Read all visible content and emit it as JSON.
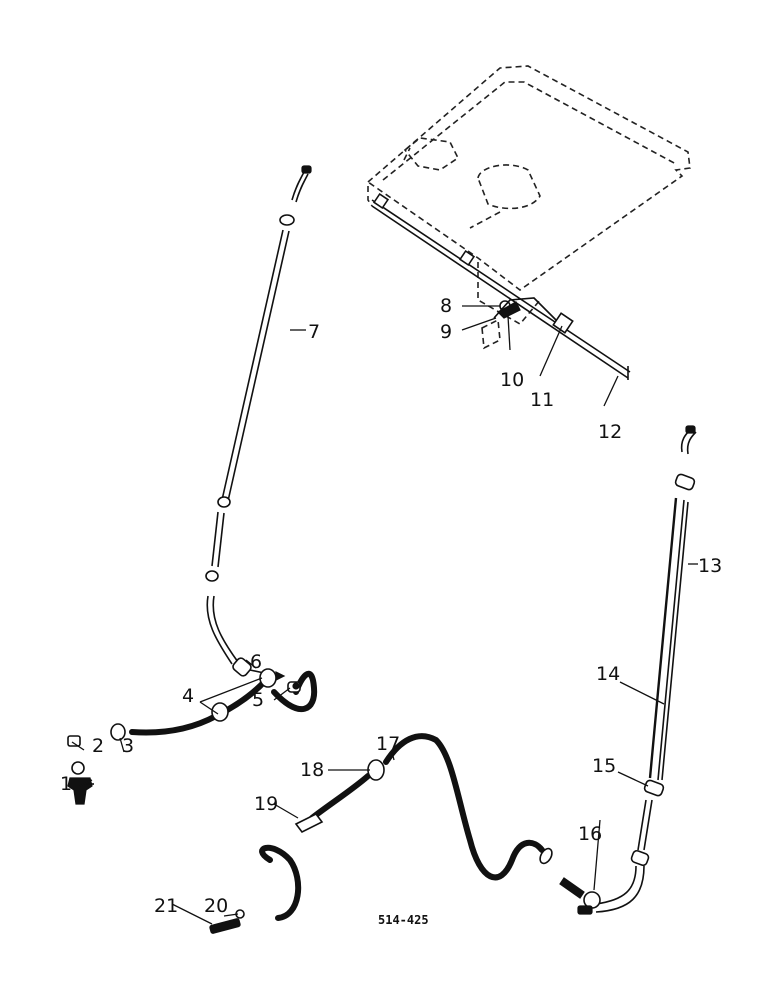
{
  "drawing_code": "514-425",
  "callouts": [
    "1",
    "2",
    "3",
    "4",
    "5",
    "6",
    "7",
    "8",
    "9",
    "10",
    "11",
    "12",
    "13",
    "14",
    "15",
    "16",
    "17",
    "18",
    "19",
    "20",
    "21"
  ]
}
